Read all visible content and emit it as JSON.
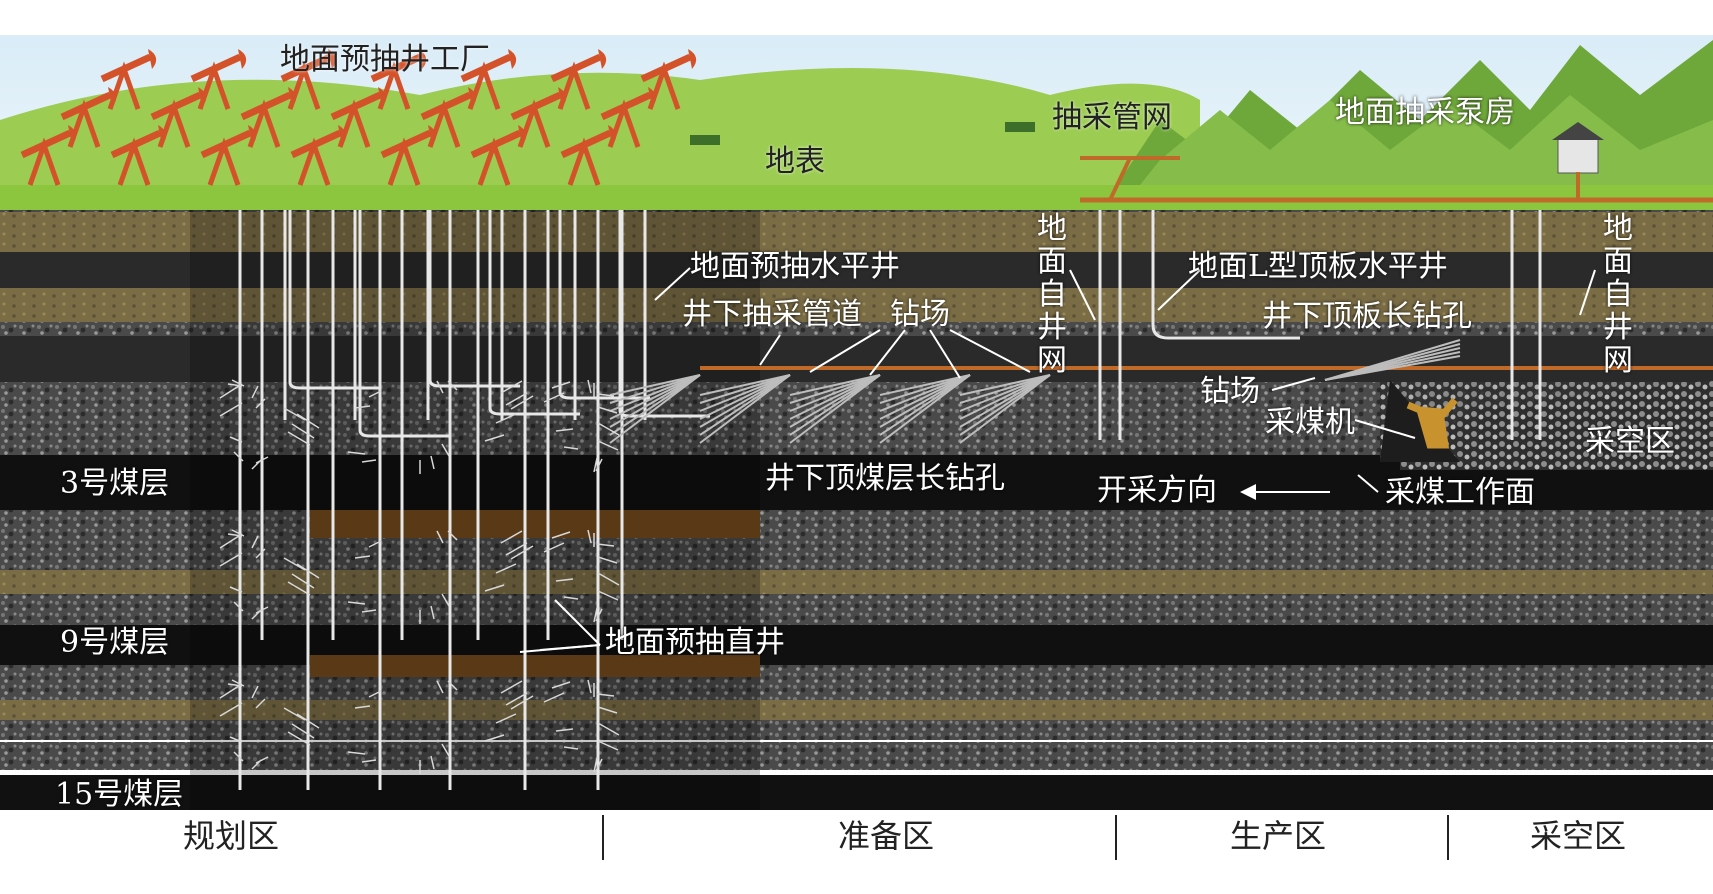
{
  "labels": {
    "surface_factory": "地面预抽井工厂",
    "surface": "地表",
    "pipe_network": "抽采管网",
    "pump_house": "地面抽采泵房",
    "horizontal_well": "地面预抽水平井",
    "underground_pipe": "井下抽采管道",
    "drill_site": "钻场",
    "self_well_net_a": "地面自井网",
    "l_type_well": "地面L型顶板水平井",
    "roof_long_borehole": "井下顶板长钻孔",
    "self_well_net_b": "地面自井网",
    "drill_site_2": "钻场",
    "shearer": "采煤机",
    "goaf_area": "采空区",
    "seam3": "3号煤层",
    "seam_long_borehole": "井下顶煤层长钻孔",
    "mining_direction": "开采方向",
    "working_face": "采煤工作面",
    "seam9": "9号煤层",
    "vertical_well": "地面预抽直井",
    "seam15": "15号煤层"
  },
  "zones": [
    "规划区",
    "准备区",
    "生产区",
    "采空区"
  ],
  "colors": {
    "sky": "#cfe6f4",
    "grass": "#8cc63f",
    "mountain": "#6fa83a",
    "coal": "#1b1b1b",
    "rock_dark": "#3a3a3a",
    "rock_tan": "#8a7a4e",
    "pipe": "#c06a2a",
    "well": "#e8e8e8",
    "pumpjack": "#d4522a"
  }
}
